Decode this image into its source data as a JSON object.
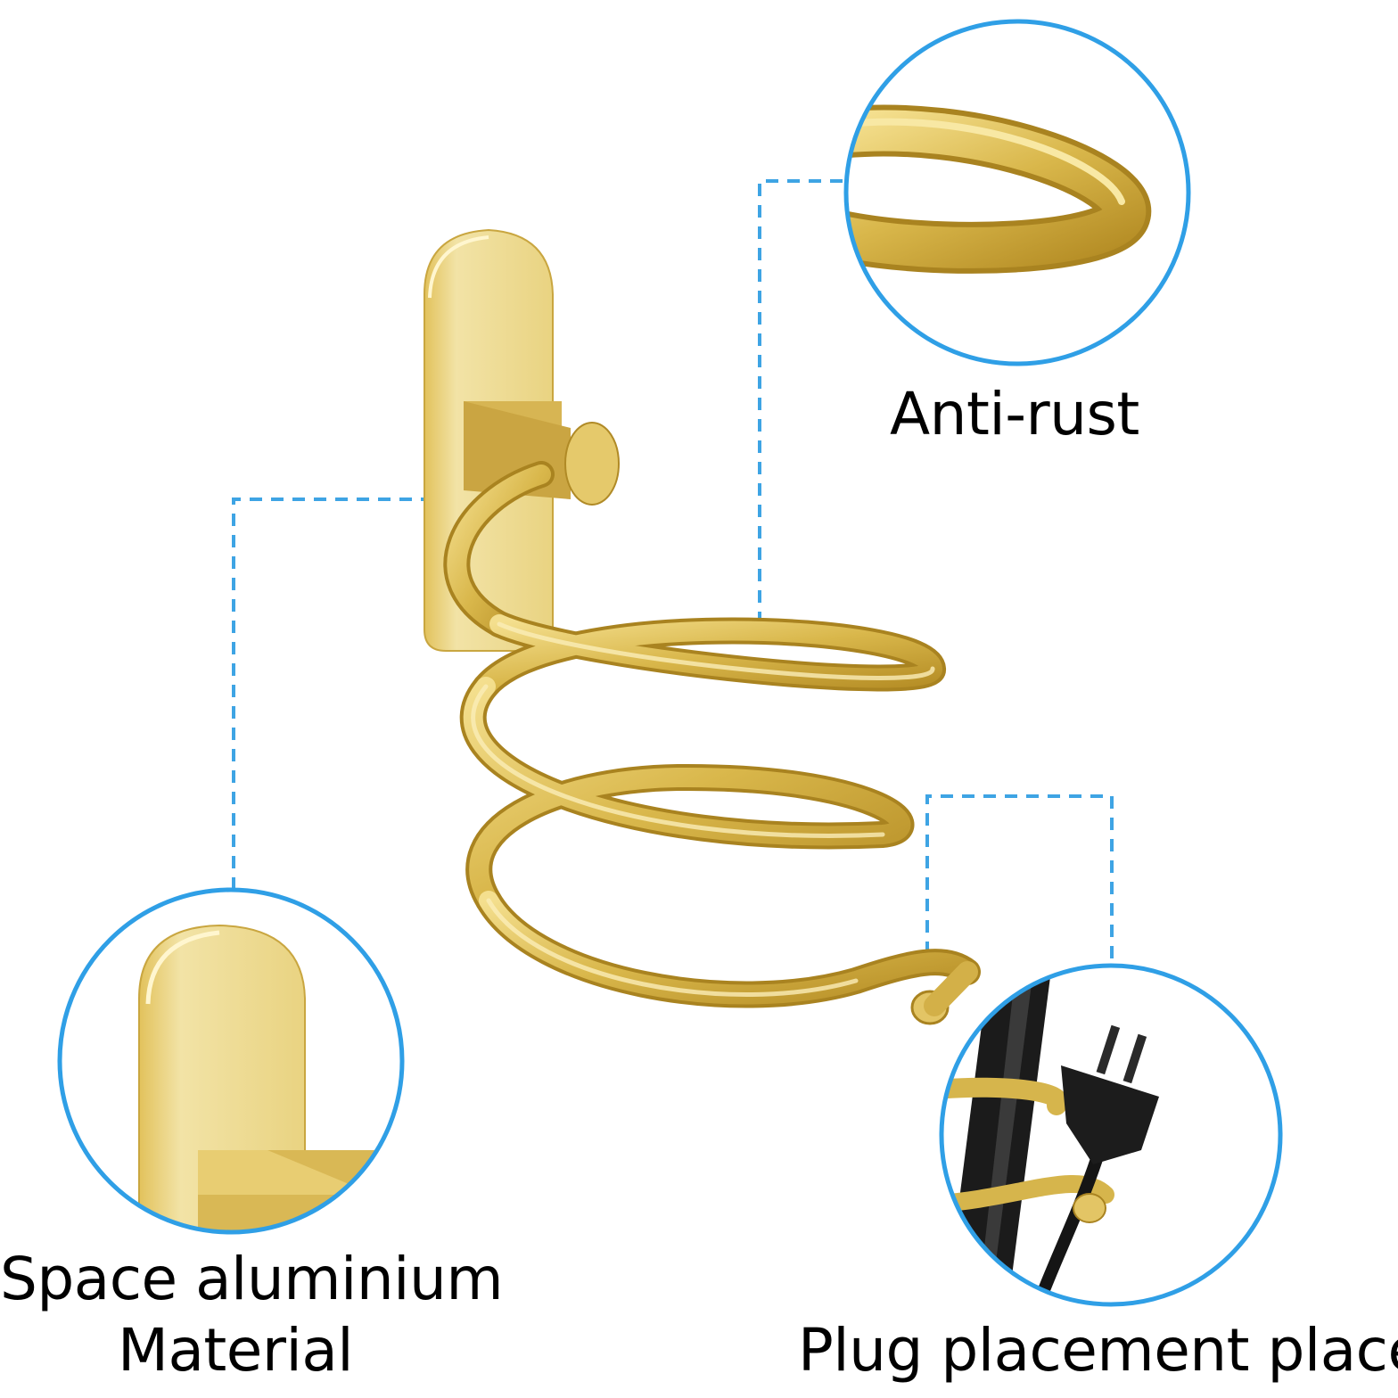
{
  "product": {
    "name": "gold spiral hair dryer holder",
    "finish_color": "#d8b64a",
    "highlight_color": "#f5e39a",
    "shadow_color": "#a47e1c"
  },
  "callouts": {
    "line_color": "#3ea4e4",
    "circle_color": "#2f9fe6",
    "anti_rust": {
      "label": "Anti-rust"
    },
    "material": {
      "line1": "Space aluminium",
      "line2": "Material"
    },
    "plug": {
      "label": "Plug placement place",
      "cable_color": "#151515",
      "plug_color": "#1c1c1c"
    }
  }
}
